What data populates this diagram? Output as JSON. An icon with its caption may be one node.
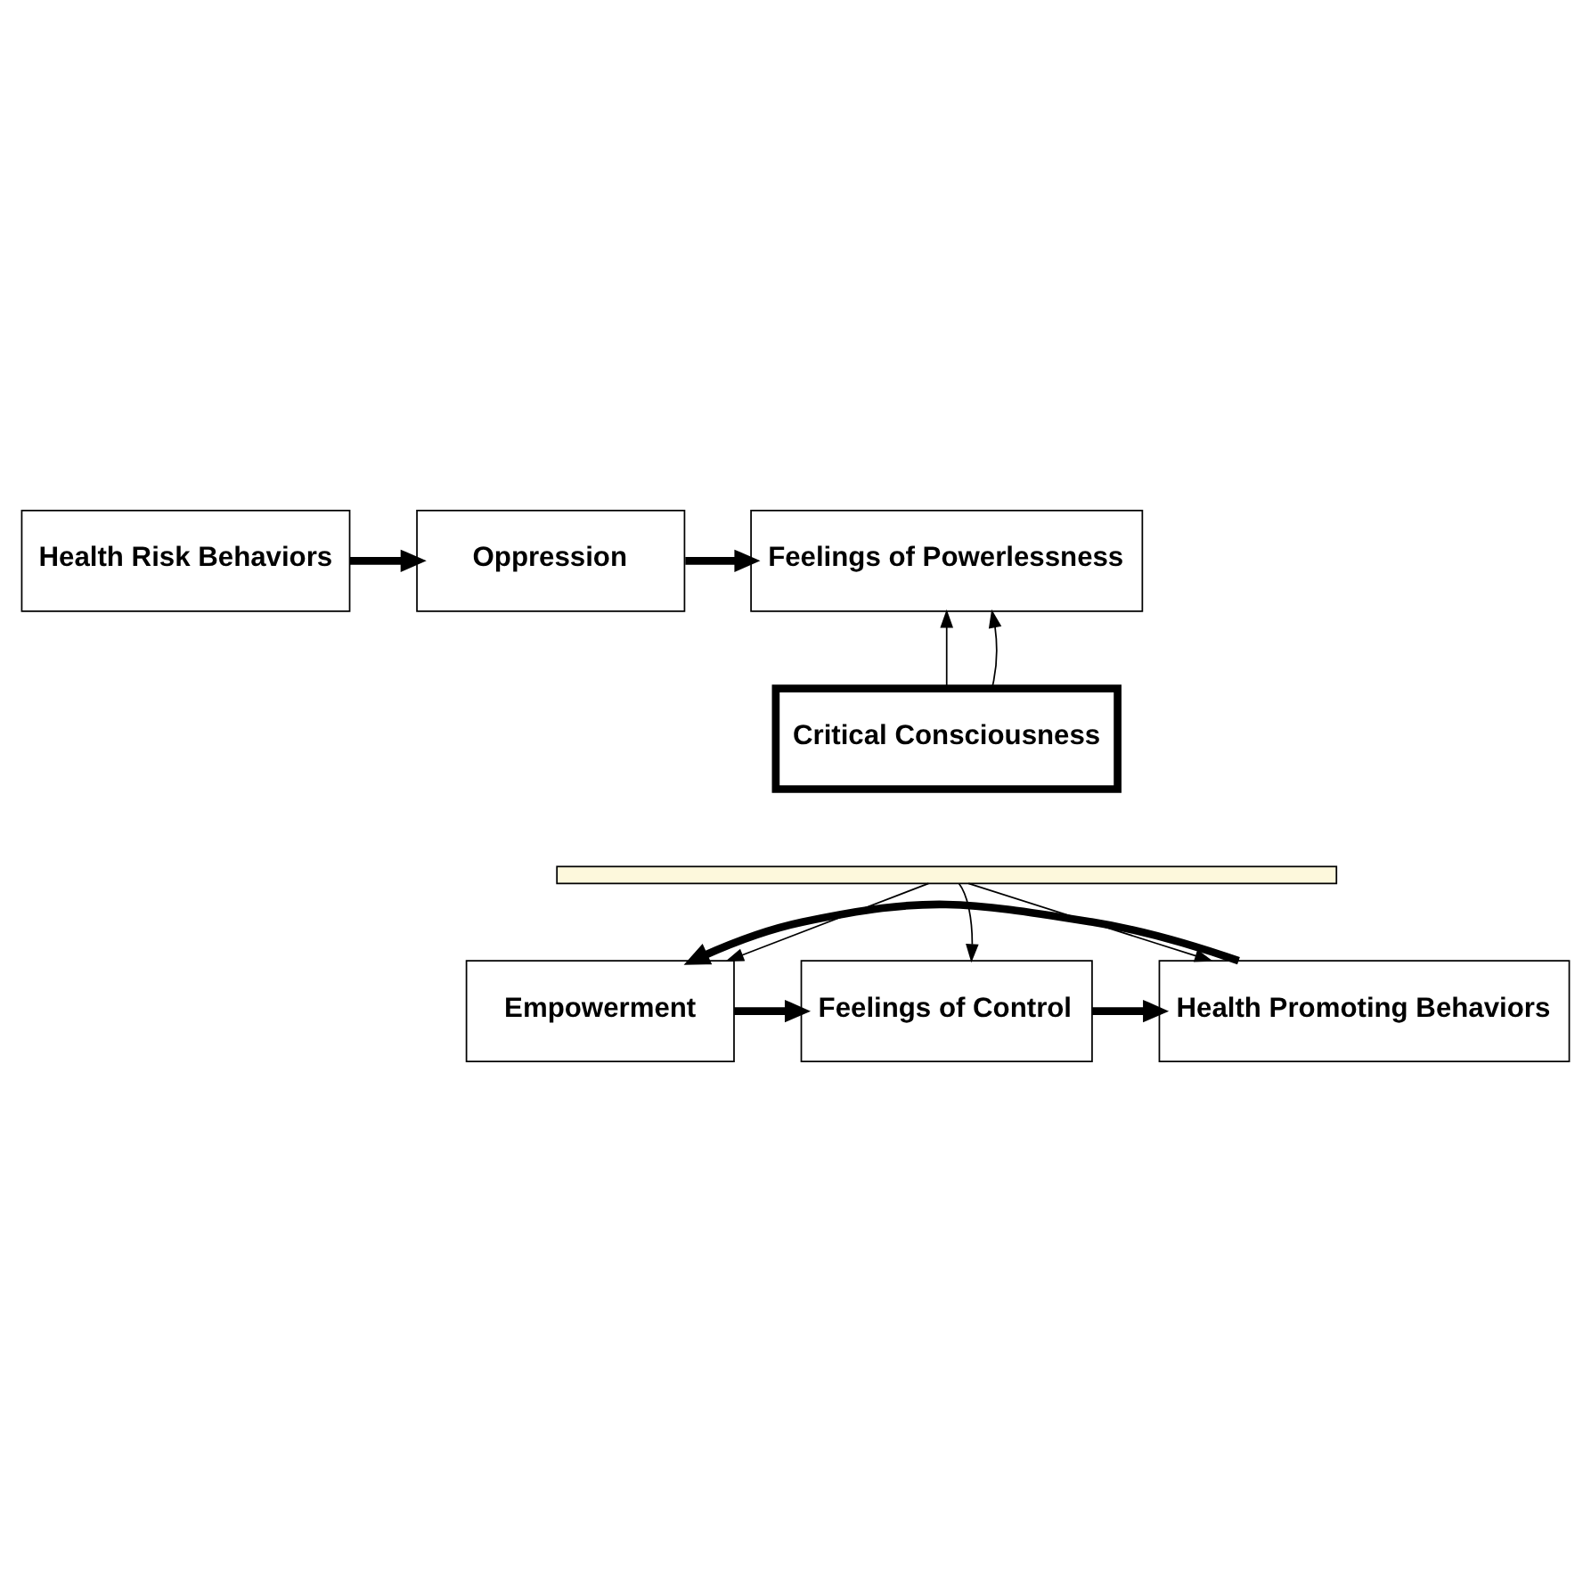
{
  "diagram": {
    "nodes": [
      {
        "text": [
          "Oppression"
        ]
      },
      {
        "text": [
          "Feelings of Powerlessness"
        ]
      },
      {
        "text": [
          "Health Risk Behaviors"
        ]
      },
      {
        "text": [
          "Critical Consciousness"
        ]
      },
      {
        "text": [],
        "shape": "bar"
      },
      {
        "text": [
          "Empowerment"
        ]
      },
      {
        "text": [
          "Feelings of Control"
        ]
      },
      {
        "text": [
          "Health Promoting Behaviors"
        ]
      }
    ],
    "edges": [
      {
        "from": 0,
        "to": 1,
        "arrow": "to",
        "style": "thick"
      },
      {
        "from": 2,
        "to": 0,
        "arrow": "to",
        "style": "thick"
      },
      {
        "from": 3,
        "to": 1,
        "arrow": "to"
      },
      {
        "from": 3,
        "to": 1,
        "arrow": "to"
      },
      {
        "from": 4,
        "to": 5,
        "arrow": "to"
      },
      {
        "from": 4,
        "to": 6,
        "arrow": "to"
      },
      {
        "from": 4,
        "to": 7,
        "arrow": "to"
      },
      {
        "from": 5,
        "to": 6,
        "arrow": "to",
        "style": "thick"
      },
      {
        "from": 6,
        "to": 7,
        "arrow": "to",
        "style": "thick"
      },
      {
        "from": 7,
        "to": 5,
        "arrow": "to",
        "style": "thick"
      }
    ]
  }
}
